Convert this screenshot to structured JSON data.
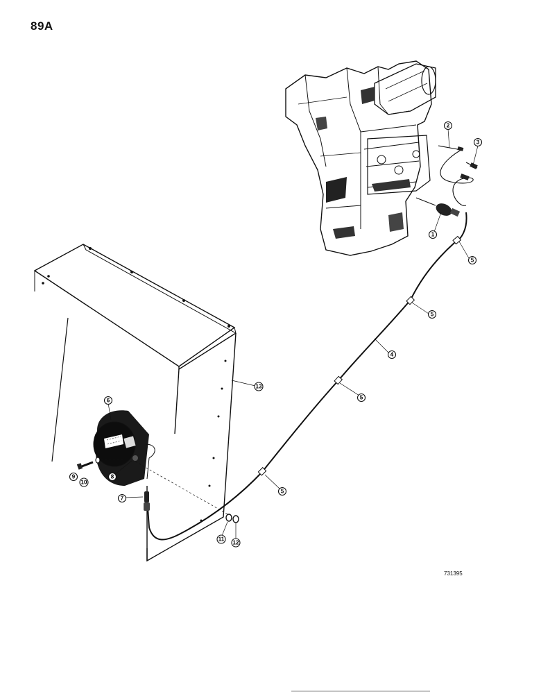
{
  "page": {
    "number": "89A",
    "figure_code": "731395"
  },
  "callouts": {
    "c1": "1",
    "c2": "2",
    "c3": "3",
    "c4": "4",
    "c5a": "5",
    "c5b": "5",
    "c5c": "5",
    "c5d": "5",
    "c6": "6",
    "c7": "7",
    "c8": "8",
    "c9": "9",
    "c10": "10",
    "c11": "11",
    "c12": "12",
    "c13": "13"
  }
}
